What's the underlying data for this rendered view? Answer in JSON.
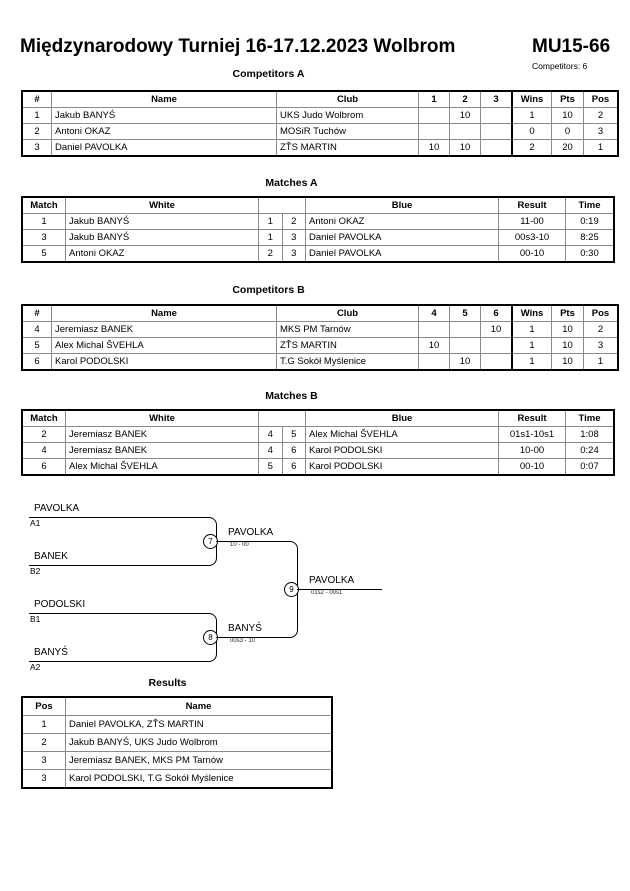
{
  "header": {
    "title": "Międzynarodowy Turniej  16-17.12.2023  Wolbrom",
    "category": "MU15-66",
    "competitors_label": "Competitors: 6"
  },
  "sections": {
    "competitors_a": "Competitors A",
    "matches_a": "Matches A",
    "competitors_b": "Competitors B",
    "matches_b": "Matches B",
    "results": "Results"
  },
  "competitors_a": {
    "columns": [
      "#",
      "Name",
      "Club",
      "1",
      "2",
      "3",
      "Wins",
      "Pts",
      "Pos"
    ],
    "rows": [
      {
        "num": "1",
        "name": "Jakub BANYŚ",
        "club": "UKS Judo Wolbrom",
        "s1": "",
        "s2": "10",
        "s3": "",
        "wins": "1",
        "pts": "10",
        "pos": "2"
      },
      {
        "num": "2",
        "name": "Antoni OKAZ",
        "club": "MOSiR Tuchów",
        "s1": "",
        "s2": "",
        "s3": "",
        "wins": "0",
        "pts": "0",
        "pos": "3"
      },
      {
        "num": "3",
        "name": "Daniel PAVOLKA",
        "club": "ZŤS MARTIN",
        "s1": "10",
        "s2": "10",
        "s3": "",
        "wins": "2",
        "pts": "20",
        "pos": "1"
      }
    ]
  },
  "matches_a": {
    "columns": [
      "Match",
      "White",
      "Blue",
      "Result",
      "Time"
    ],
    "rows": [
      {
        "match": "1",
        "white": "Jakub BANYŚ",
        "wn": "1",
        "bn": "2",
        "blue": "Antoni OKAZ",
        "result": "11-00",
        "time": "0:19"
      },
      {
        "match": "3",
        "white": "Jakub BANYŚ",
        "wn": "1",
        "bn": "3",
        "blue": "Daniel PAVOLKA",
        "result": "00s3-10",
        "time": "8:25"
      },
      {
        "match": "5",
        "white": "Antoni OKAZ",
        "wn": "2",
        "bn": "3",
        "blue": "Daniel PAVOLKA",
        "result": "00-10",
        "time": "0:30"
      }
    ]
  },
  "competitors_b": {
    "columns": [
      "#",
      "Name",
      "Club",
      "4",
      "5",
      "6",
      "Wins",
      "Pts",
      "Pos"
    ],
    "rows": [
      {
        "num": "4",
        "name": "Jeremiasz BANEK",
        "club": "MKS PM Tarnów",
        "s1": "",
        "s2": "",
        "s3": "10",
        "wins": "1",
        "pts": "10",
        "pos": "2"
      },
      {
        "num": "5",
        "name": "Alex Michal ŠVEHLA",
        "club": "ZŤS MARTIN",
        "s1": "10",
        "s2": "",
        "s3": "",
        "wins": "1",
        "pts": "10",
        "pos": "3"
      },
      {
        "num": "6",
        "name": "Karol PODOLSKI",
        "club": "T.G Sokół Myślenice",
        "s1": "",
        "s2": "10",
        "s3": "",
        "wins": "1",
        "pts": "10",
        "pos": "1"
      }
    ]
  },
  "matches_b": {
    "columns": [
      "Match",
      "White",
      "Blue",
      "Result",
      "Time"
    ],
    "rows": [
      {
        "match": "2",
        "white": "Jeremiasz BANEK",
        "wn": "4",
        "bn": "5",
        "blue": "Alex Michal ŠVEHLA",
        "result": "01s1-10s1",
        "time": "1:08"
      },
      {
        "match": "4",
        "white": "Jeremiasz BANEK",
        "wn": "4",
        "bn": "6",
        "blue": "Karol PODOLSKI",
        "result": "10-00",
        "time": "0:24"
      },
      {
        "match": "6",
        "white": "Alex Michal ŠVEHLA",
        "wn": "5",
        "bn": "6",
        "blue": "Karol PODOLSKI",
        "result": "00-10",
        "time": "0:07"
      }
    ]
  },
  "bracket": {
    "entries": [
      {
        "name": "PAVOLKA",
        "seed": "A1"
      },
      {
        "name": "BANEK",
        "seed": "B2"
      },
      {
        "name": "PODOLSKI",
        "seed": "B1"
      },
      {
        "name": "BANYŚ",
        "seed": "A2"
      }
    ],
    "semifinals": [
      {
        "node": "7",
        "winner": "PAVOLKA",
        "score": "10 - 00"
      },
      {
        "node": "8",
        "winner": "BANYŚ",
        "score": "00s3 - 10"
      }
    ],
    "final": {
      "node": "9",
      "winner": "PAVOLKA",
      "score": "01s2 - 00s1"
    }
  },
  "results": {
    "columns": [
      "Pos",
      "Name"
    ],
    "rows": [
      {
        "pos": "1",
        "name": "Daniel PAVOLKA, ZŤS MARTIN"
      },
      {
        "pos": "2",
        "name": "Jakub BANYŚ, UKS Judo Wolbrom"
      },
      {
        "pos": "3",
        "name": "Jeremiasz BANEK, MKS PM Tarnów"
      },
      {
        "pos": "3",
        "name": "Karol PODOLSKI, T.G Sokół Myślenice"
      }
    ]
  }
}
